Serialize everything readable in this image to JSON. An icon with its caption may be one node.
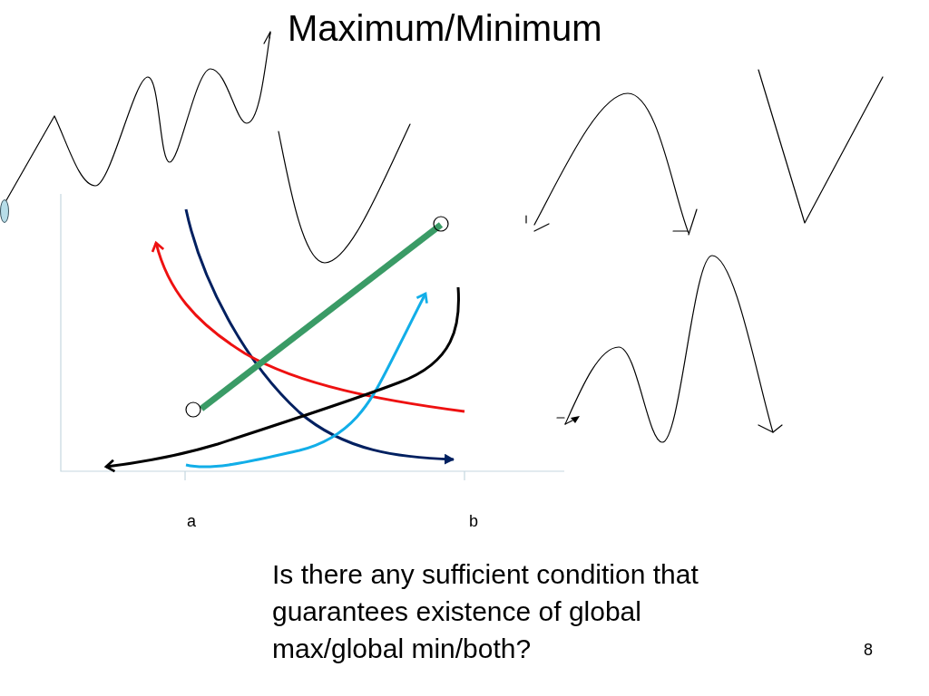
{
  "diagram": {
    "title": "Maximum/Minimum",
    "labels": [
      "a",
      "b",
      "Is there any sufficient condition that guarantees existence of global max/global min/both?",
      "8"
    ]
  }
}
